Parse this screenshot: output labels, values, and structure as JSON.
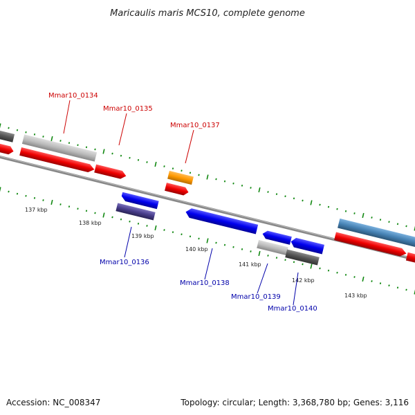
{
  "title": "Maricaulis maris MCS10, complete genome",
  "footer": {
    "accession": "Accession: NC_008347",
    "summary": "Topology: circular; Length: 3,368,780 bp; Genes: 3,116"
  },
  "kbp_labels": {
    "k137": "137 kbp",
    "k138": "138 kbp",
    "k139": "139 kbp",
    "k140": "140 kbp",
    "k141": "141 kbp",
    "k142": "142 kbp",
    "k143": "143 kbp"
  },
  "genes": {
    "g0134": "Mmar10_0134",
    "g0135": "Mmar10_0135",
    "g0136": "Mmar10_0136",
    "g0137": "Mmar10_0137",
    "g0138": "Mmar10_0138",
    "g0139": "Mmar10_0139",
    "g0140": "Mmar10_0140"
  },
  "colors": {
    "forward_label": "#cc0000",
    "reverse_label": "#0000aa",
    "cds": "#ee0000",
    "cds_blue": "#0000ee",
    "grey": "#bbbbbb",
    "dark_grey": "#555555",
    "orange": "#ff9900",
    "steel_blue": "#4682b4",
    "slate": "#483d8b",
    "tick_green": "#118811",
    "backbone": "#888888"
  }
}
